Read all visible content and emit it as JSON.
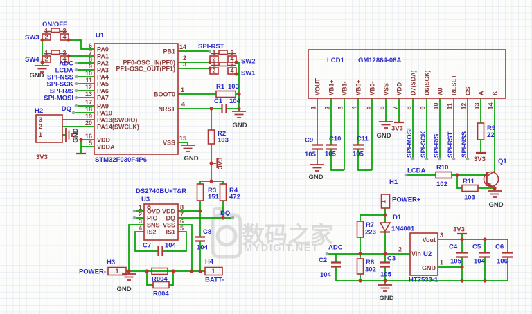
{
  "watermark": {
    "brand": "数码之家",
    "site": "MYDIGIT.NET"
  },
  "power": {
    "gnd": "GND",
    "v33": "3V3"
  },
  "nets": {
    "onoff": "ON/OFF",
    "adc": "ADC",
    "lcda": "LCDA",
    "spinss": "SPI-NSS",
    "spisck": "SPI-SCK",
    "spirs": "SPI-R/S",
    "spimosi": "SPI-MOSI",
    "spirst": "SPI-RST",
    "dq": "DQ",
    "powerp": "POWER+",
    "powerm": "POWER-",
    "battm": "BATT-"
  },
  "u1": {
    "ref": "U1",
    "part": "STM32F030F4P6",
    "lnums": [
      "6",
      "7",
      "8",
      "9",
      "10",
      "11",
      "12",
      "13",
      "17",
      "18",
      "19",
      "20",
      "16",
      "5"
    ],
    "lnames": [
      "PA0",
      "PA1",
      "PA2",
      "PA3",
      "PA4",
      "PA5",
      "PA6",
      "PA7",
      "PA9",
      "PA10",
      "PA13(SWDIO)",
      "PA14(SWCLK)",
      "VDD",
      "VDDA"
    ],
    "rnums": [
      "14",
      "2",
      "3",
      "1",
      "4",
      "15"
    ],
    "rnames": [
      "PB1",
      "PF0-OSC_IN(PF0)",
      "PF1-OSC_OUT(PF1)",
      "BOOT0",
      "NRST",
      "VSS"
    ]
  },
  "u2": {
    "ref": "U2",
    "part": "HT7533-1",
    "pins": {
      "vin": "Vin",
      "vout": "Vout",
      "gnd": "GND"
    },
    "nums": {
      "vin": "2",
      "vout": "3",
      "gnd": "1"
    }
  },
  "u3": {
    "ref": "U3",
    "part": "DS2740BU+T&R",
    "lnums": [
      "1",
      "2",
      "3",
      "4"
    ],
    "lnames": [
      "OVD",
      "PIO",
      "SNS",
      "IS2"
    ],
    "rnums": [
      "8",
      "7",
      "6",
      "5"
    ],
    "rnames": [
      "VDD",
      "DQ",
      "VSS",
      "IS1"
    ]
  },
  "lcd": {
    "ref": "LCD1",
    "part": "GM12864-08A",
    "nums": [
      "1",
      "2",
      "3",
      "4",
      "5",
      "6",
      "7",
      "8",
      "9",
      "10",
      "11",
      "12",
      "13",
      "14"
    ],
    "names": [
      "VOUT",
      "VB1+",
      "VB1-",
      "VB0+",
      "VB0-",
      "VSS",
      "VDD",
      "D7(SDA)",
      "D6(SCK)",
      "A0",
      "RESET",
      "CS",
      "A",
      "K"
    ],
    "drops": [
      "SPI-MOSI",
      "SPI-SCK",
      "SPI-R/S",
      "SPI-RST",
      "SPI-NSS"
    ]
  },
  "switches": {
    "sw1": "SW1",
    "sw2": "SW2",
    "sw3": "SW3",
    "sw4": "SW4",
    "n1": "1",
    "n2": "2",
    "n3": "3",
    "n4": "4"
  },
  "headers": {
    "h1": "H1",
    "h2": "H2",
    "h3": "H3",
    "h4": "H4",
    "pin1": "1",
    "h2nums": [
      "3",
      "2",
      "1"
    ]
  },
  "resistors": {
    "r1": [
      "R1",
      "103"
    ],
    "r2": [
      "R2",
      "103"
    ],
    "r3": [
      "R3",
      "151"
    ],
    "r4": [
      "R4",
      "472"
    ],
    "r7": [
      "R7",
      "223"
    ],
    "r8": [
      "R8",
      "302"
    ],
    "r9": [
      "R9",
      "22"
    ],
    "r10": [
      "R10",
      "102"
    ],
    "r11": [
      "R11",
      "103"
    ],
    "rsense": "R004"
  },
  "caps": {
    "c1": [
      "C1",
      "104"
    ],
    "c2": [
      "C2",
      "104"
    ],
    "c3": [
      "C3",
      "105"
    ],
    "c4": [
      "C4",
      "105"
    ],
    "c5": [
      "C5",
      "104"
    ],
    "c6": [
      "C6",
      "106"
    ],
    "c7": [
      "C7",
      "104"
    ],
    "c8": [
      "C8",
      "104"
    ],
    "c9": [
      "C9",
      "105"
    ],
    "c10": [
      "C10",
      "105"
    ],
    "c11": [
      "C11",
      "105"
    ]
  },
  "semis": {
    "q1": "Q1",
    "d1": "D1",
    "d1part": "1N4001"
  },
  "colors": {
    "wire": "#00A000",
    "outline": "#B03232",
    "pin_text": "#8B3A3A",
    "label": "#2B2BC8",
    "gnd_text": "#3C3C3C",
    "junction": "#C03030",
    "pad": "#9FA8A8",
    "grid": "#DCE2EE",
    "watermark": "#C8C8C8"
  }
}
